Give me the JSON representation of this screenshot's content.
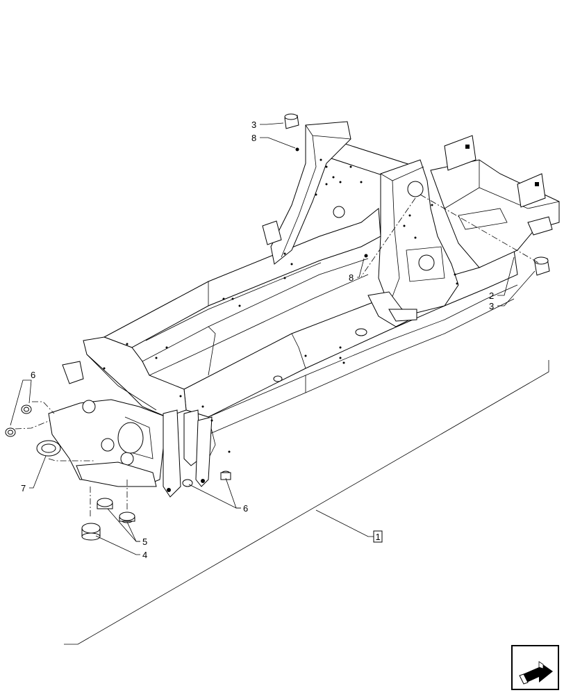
{
  "diagram": {
    "callouts": [
      {
        "id": "c3-top",
        "text": "3"
      },
      {
        "id": "c8-top",
        "text": "8"
      },
      {
        "id": "c8-mid",
        "text": "8"
      },
      {
        "id": "c2",
        "text": "2"
      },
      {
        "id": "c3-right",
        "text": "3"
      },
      {
        "id": "c6-left",
        "text": "6"
      },
      {
        "id": "c7",
        "text": "7"
      },
      {
        "id": "c6-right",
        "text": "6"
      },
      {
        "id": "c5",
        "text": "5"
      },
      {
        "id": "c4",
        "text": "4"
      },
      {
        "id": "c1-assembly",
        "text": "1"
      }
    ]
  },
  "nav": {
    "icon": "next-page-arrow-icon"
  }
}
